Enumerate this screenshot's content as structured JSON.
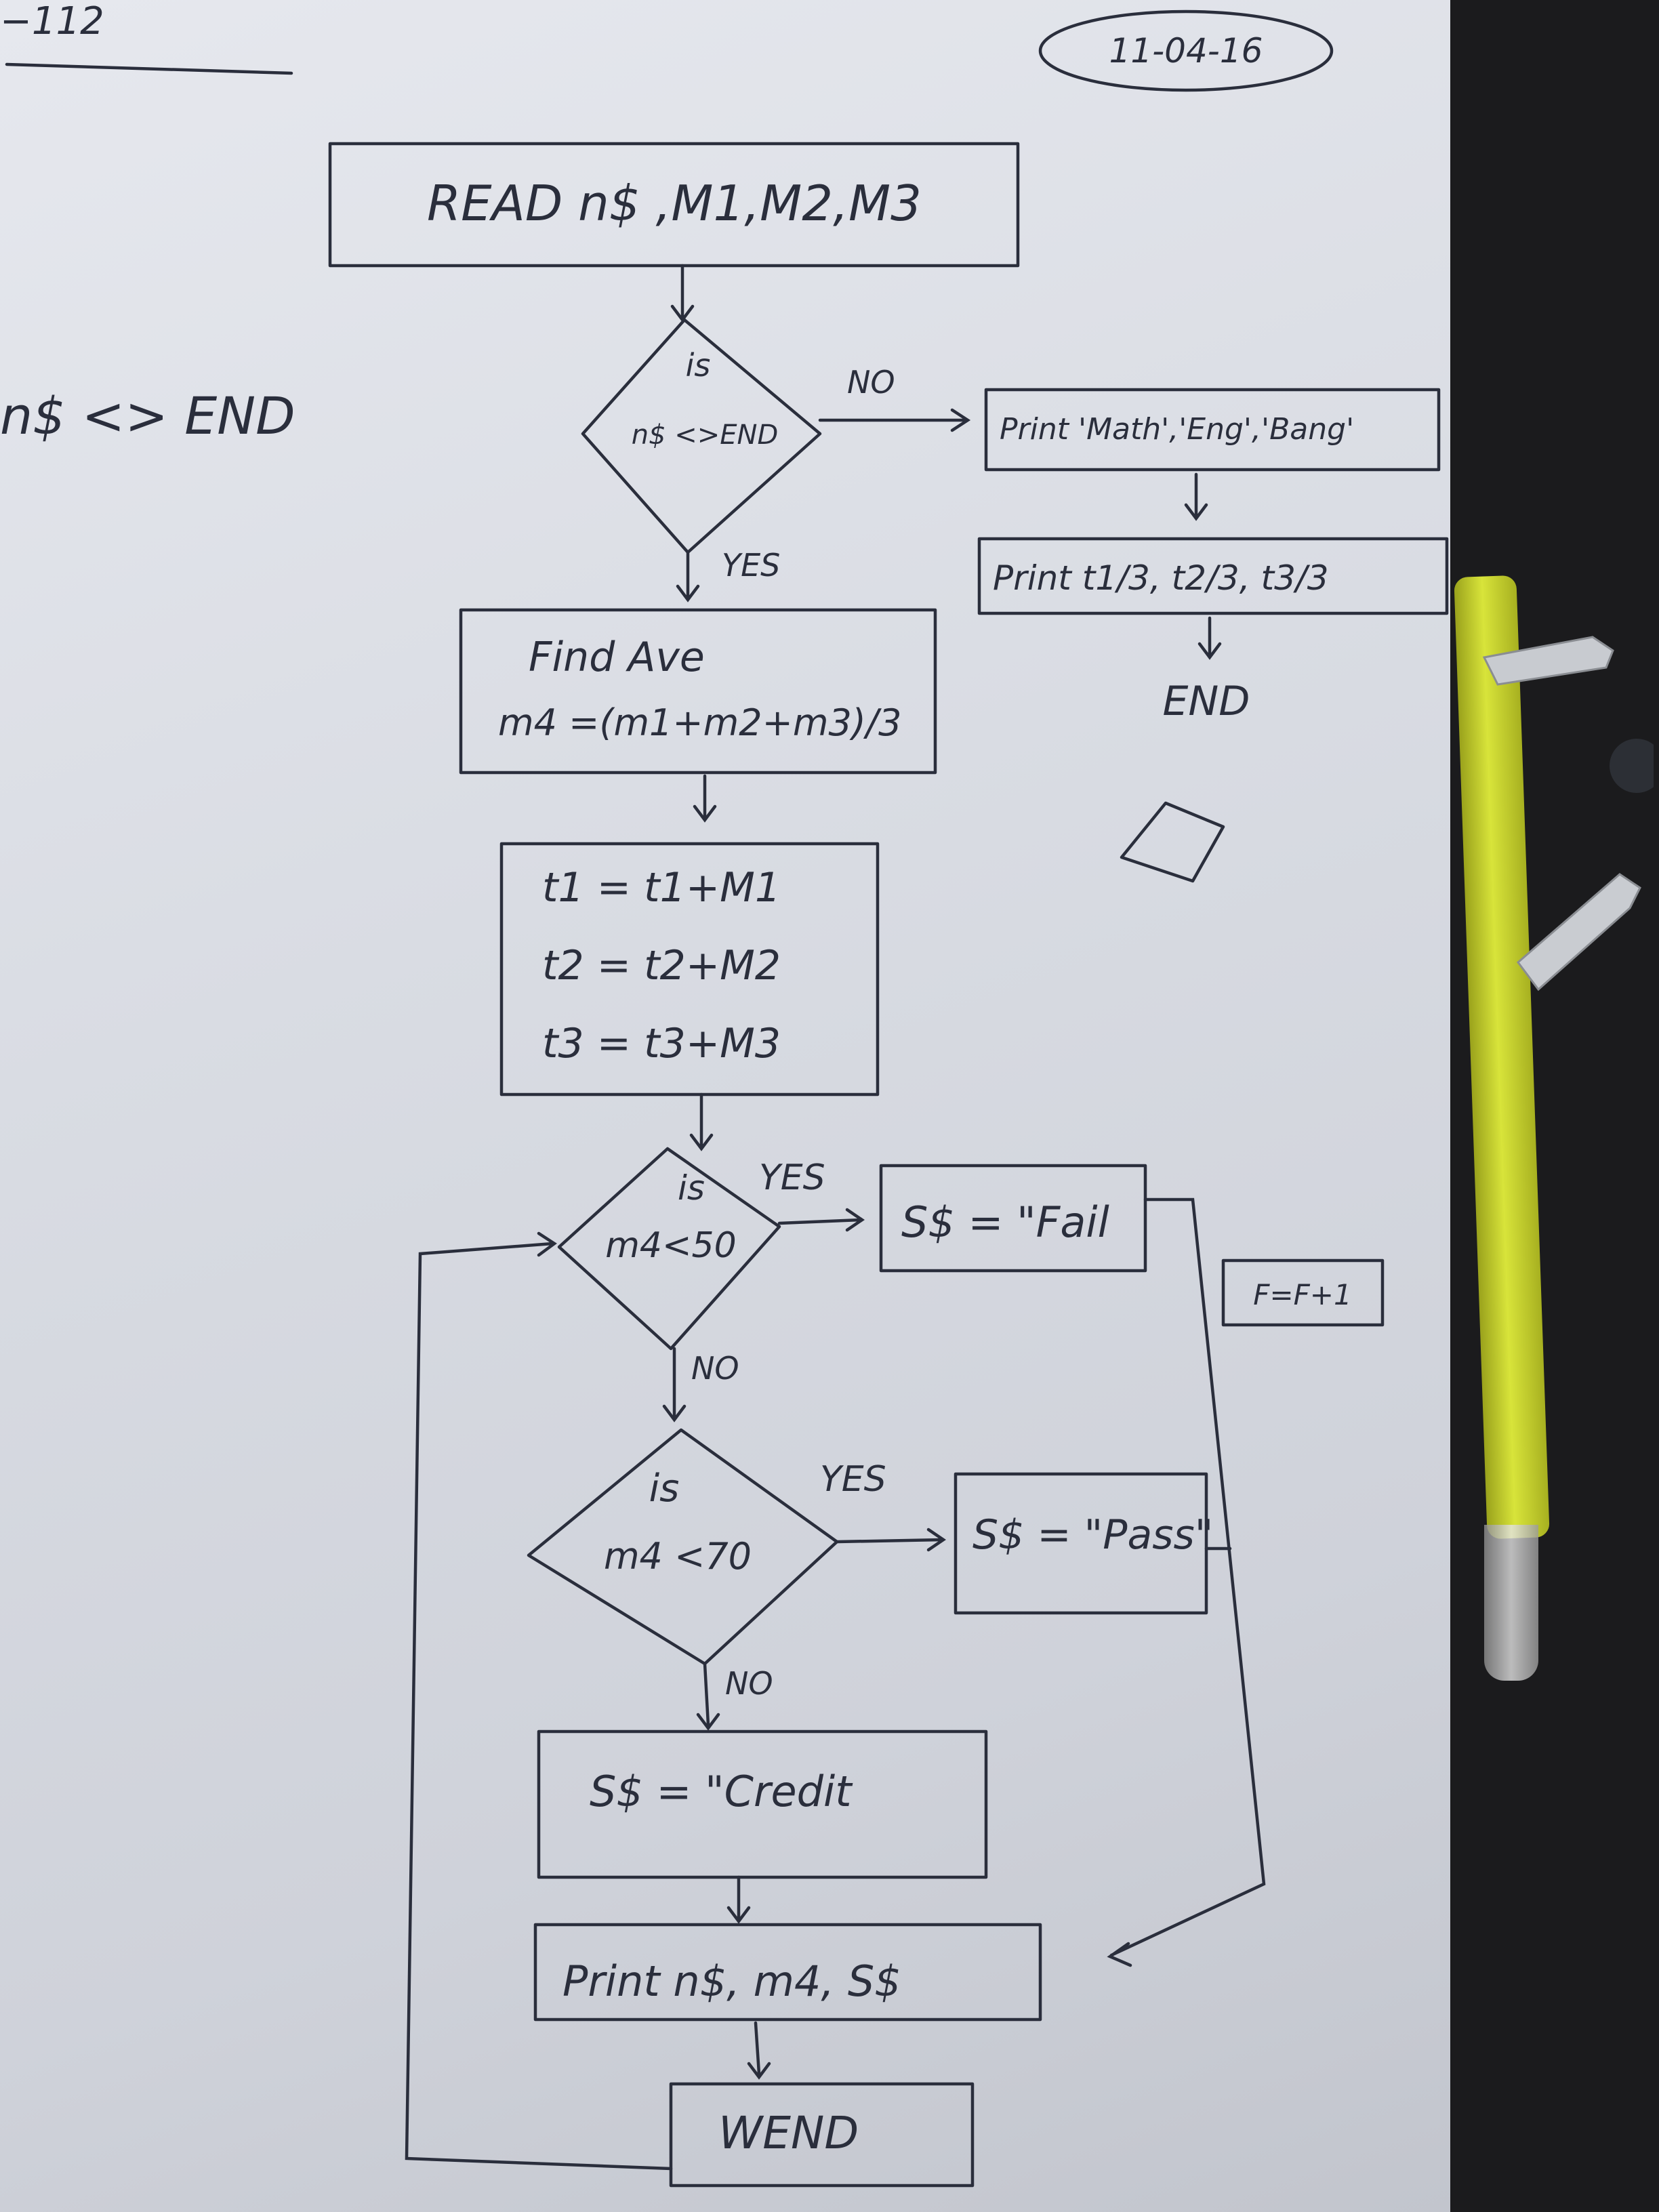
{
  "page": {
    "page_number": "−112",
    "date": "11-04-16",
    "side_note": "n$ <> END"
  },
  "flowchart": {
    "read": "READ n$ ,M1,M2,M3",
    "check_end": {
      "line1": "is",
      "line2": "n$ <>END"
    },
    "label_no_1": "NO",
    "label_yes_1": "YES",
    "print_header": "Print 'Math','Eng','Bang'",
    "print_totals": "Print t1/3, t2/3, t3/3",
    "end_label": "END",
    "average": {
      "line1": "Find Ave",
      "line2": "m4 =(m1+m2+m3)/3"
    },
    "totals": {
      "line1": "t1 = t1+M1",
      "line2": "t2 = t2+M2",
      "line3": "t3 = t3+M3"
    },
    "check_fail": {
      "line1": "is",
      "line2": "m4<50"
    },
    "label_yes_2": "YES",
    "label_no_2": "NO",
    "fail_box": "S$ = \"Fail",
    "fail_count": "F=F+1",
    "check_pass": {
      "line1": "is",
      "line2": "m4 <70"
    },
    "label_yes_3": "YES",
    "label_no_3": "NO",
    "pass_box": "S$ = \"Pass\"",
    "credit_box": "S$ = \"Credit",
    "print_result": "Print n$, m4, S$",
    "wend": "WEND"
  },
  "colors": {
    "ink": "#2a2e3c",
    "paper": "#dcdfe5",
    "background": "#1b1b1d",
    "pen": "#d8e43a"
  }
}
